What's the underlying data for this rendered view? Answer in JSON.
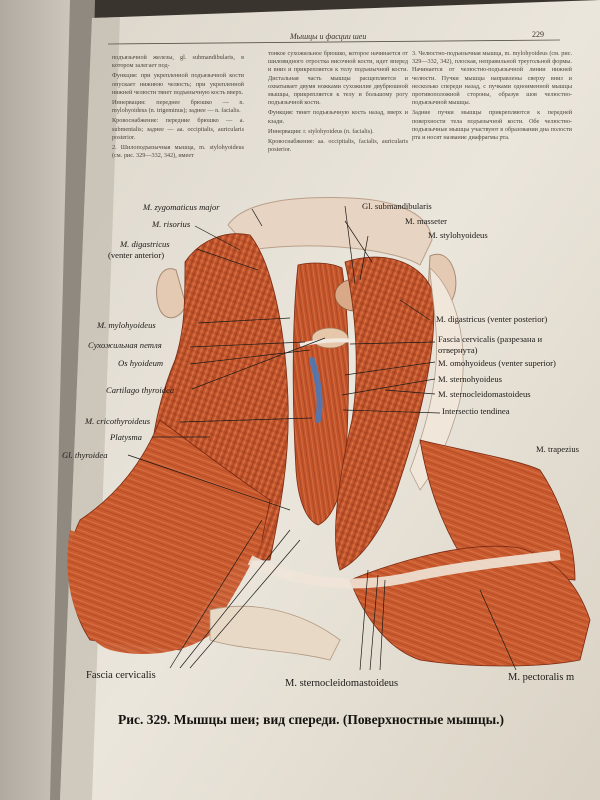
{
  "header": {
    "running_title": "Мышцы и фасции шеи",
    "page_number": "229"
  },
  "text": {
    "col1": [
      "подъязычной железы, gl. submandibularis, в котором залегает под-",
      "Функция: при укрепленной подъязычной кости опускает нижнюю челюсть; при укрепленной нижней челюсти тянет подъязычную кость вверх.",
      "Иннервация: переднее брюшко — n. mylohyoideus (n. trigeminus); заднее — n. facialis.",
      "Кровоснабжение: передние брюшко — a. submentalis; заднее — aa. occipitalis, auricularis posterior.",
      "2. Шилоподъязычная мышца, m. stylohyoideus (см. рис. 329—332, 342), имеет"
    ],
    "col2": [
      "тонкое сухожильное брюшко, которое начинается от шиловидного отростка височной кости, идет вперед и вниз и прикрепляется к телу подъязычной кости. Дистальная часть мышцы расщепляется и охватывает двумя ножками сухожилие двубрюшной мышцы, прикрепляется к телу и большому рогу подъязычной кости.",
      "Функция: тянет подъязычную кость назад, вверх и кзади.",
      "Иннервация: r. stylohyoideus (n. facialis).",
      "Кровоснабжение: aa. occipitalis, facialis, auricularis posterior."
    ],
    "col3": [
      "3. Челюстно-подъязычная мышца, m. mylohyoideus (см. рис. 329—332, 342), плоская, неправильной треугольной формы. Начинается от челюстно-подъязычной линии нижней челюсти. Пучки мышцы направлены сверху вниз и несколько спереди назад, с пучками одноименной мышцы противоположной стороны, образуя шов челюстно-подъязычной мышцы.",
      "Задние пучки мышцы прикрепляются к передней поверхности тела подъязычной кости. Обе челюстно-подъязычные мышцы участвуют в образовании дна полости рта и носят название диафрагмы рта."
    ]
  },
  "labels": {
    "left": [
      "M. zygomaticus major",
      "M. risorius",
      "M. digastricus",
      "(venter anterior)",
      "M. mylohyoideus",
      "Сухожильная петля",
      "Os hyoideum",
      "Cartilago thyroidea",
      "M. cricothyroideus",
      "Platysma",
      "Gl. thyroidea"
    ],
    "top": [
      "Gl. submandibularis",
      "M. masseter",
      "M. stylohyoideus"
    ],
    "right": [
      "M. digastricus (venter posterior)",
      "Fascia cervicalis (разрезана и",
      "отвернута)",
      "M. omohyoideus (venter superior)",
      "M. sternohyoideus",
      "M. sternocleidomastoideus",
      "Intersectio tendinea",
      "M. trapezius"
    ],
    "bottom": [
      "Fascia cervicalis",
      "M. sternocleidomastoideus",
      "M. pectoralis m"
    ]
  },
  "caption": "Рис. 329. Мышцы шеи; вид спереди. (Поверхностные мышцы.)",
  "colors": {
    "paper": "#e9e3d6",
    "muscle": "#c95a2e",
    "muscle_dark": "#8f3318",
    "muscle_light": "#e58a5e",
    "skin": "#e3c8b0",
    "tendon": "#efe6dd",
    "ink": "#1c1a17"
  }
}
